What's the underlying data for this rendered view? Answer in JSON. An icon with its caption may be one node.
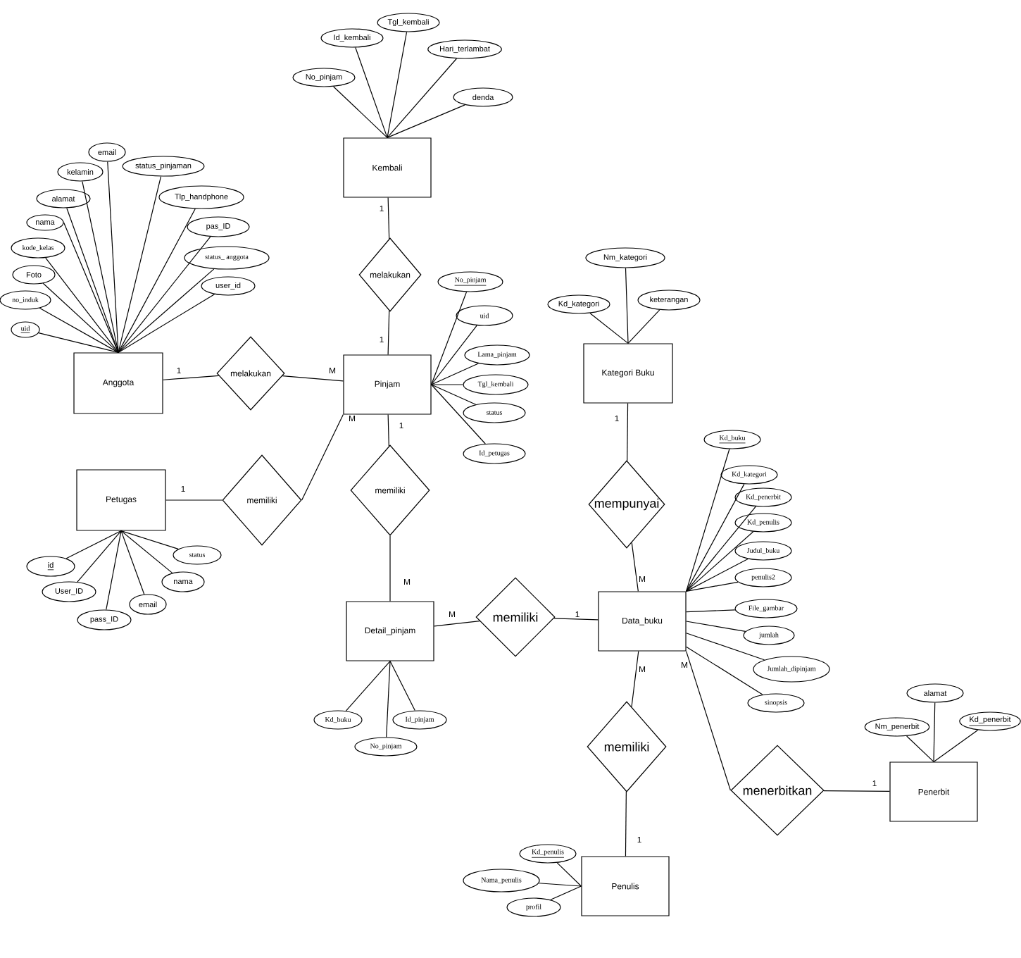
{
  "diagram": {
    "nodes": [
      {
        "text": [
          "Kembali"
        ]
      },
      {
        "text": [
          "Id_kembali"
        ]
      },
      {
        "text": [
          "Tgl_kembali"
        ]
      },
      {
        "text": [
          "No_pinjam"
        ]
      },
      {
        "text": [
          "Hari_terlambat"
        ]
      },
      {
        "text": [
          "denda"
        ]
      },
      {
        "text": [
          "melakukan"
        ]
      },
      {
        "text": [
          "Pinjam"
        ]
      },
      {
        "text": [
          "No_pinjam"
        ]
      },
      {
        "text": [
          "uid"
        ]
      },
      {
        "text": [
          "Lama_pinjam"
        ]
      },
      {
        "text": [
          "Tgl_kembali"
        ]
      },
      {
        "text": [
          "status"
        ]
      },
      {
        "text": [
          "Id_petugas"
        ]
      },
      {
        "text": [
          "Anggota"
        ]
      },
      {
        "text": [
          "email"
        ]
      },
      {
        "text": [
          "kelamin"
        ]
      },
      {
        "text": [
          "status_pinjaman"
        ]
      },
      {
        "text": [
          "alamat"
        ]
      },
      {
        "text": [
          "Tlp_handphone"
        ]
      },
      {
        "text": [
          "nama"
        ]
      },
      {
        "text": [
          "pas_ID"
        ]
      },
      {
        "text": [
          "kode_kelas"
        ]
      },
      {
        "text": [
          "status_ anggota"
        ]
      },
      {
        "text": [
          "Foto"
        ]
      },
      {
        "text": [
          "user_id"
        ]
      },
      {
        "text": [
          "no_induk"
        ]
      },
      {
        "text": [
          "uid"
        ]
      },
      {
        "text": [
          "melakukan"
        ]
      },
      {
        "text": [
          "Petugas"
        ]
      },
      {
        "text": [
          "memiliki"
        ]
      },
      {
        "text": [
          "id"
        ]
      },
      {
        "text": [
          "status"
        ]
      },
      {
        "text": [
          "nama"
        ]
      },
      {
        "text": [
          "User_ID"
        ]
      },
      {
        "text": [
          "email"
        ]
      },
      {
        "text": [
          "pass_ID"
        ]
      },
      {
        "text": [
          "memiliki"
        ]
      },
      {
        "text": [
          "Detail_pinjam"
        ]
      },
      {
        "text": [
          "memiliki"
        ]
      },
      {
        "text": [
          "Kategori Buku"
        ]
      },
      {
        "text": [
          "Nm_kategori"
        ]
      },
      {
        "text": [
          "Kd_kategori"
        ]
      },
      {
        "text": [
          "keterangan"
        ]
      },
      {
        "text": [
          "mempunyai"
        ]
      },
      {
        "text": [
          "Data_buku"
        ]
      },
      {
        "text": [
          "Kd_buku"
        ]
      },
      {
        "text": [
          "Kd_kategori"
        ]
      },
      {
        "text": [
          "Kd_penerbit"
        ]
      },
      {
        "text": [
          "Kd_penulis"
        ]
      },
      {
        "text": [
          "Judul_buku"
        ]
      },
      {
        "text": [
          "penulis2"
        ]
      },
      {
        "text": [
          "File_gambar"
        ]
      },
      {
        "text": [
          "jumlah"
        ]
      },
      {
        "text": [
          "Jumlah_dipinjam"
        ]
      },
      {
        "text": [
          "sinopsis"
        ]
      },
      {
        "text": [
          "Kd_buku"
        ]
      },
      {
        "text": [
          "Id_pinjam"
        ]
      },
      {
        "text": [
          "No_pinjam"
        ]
      },
      {
        "text": [
          "memiliki"
        ]
      },
      {
        "text": [
          "menerbitkan"
        ]
      },
      {
        "text": [
          "Penerbit"
        ]
      },
      {
        "text": [
          "Nm_penerbit"
        ]
      },
      {
        "text": [
          "alamat"
        ]
      },
      {
        "text": [
          "Kd_penerbit"
        ]
      },
      {
        "text": [
          "Penulis"
        ]
      },
      {
        "text": [
          "Kd_penulis"
        ]
      },
      {
        "text": [
          "Nama_penulis"
        ]
      },
      {
        "text": [
          "profil"
        ]
      }
    ],
    "edges": [
      {
        "from": 0,
        "to": 6,
        "arrow": "none",
        "label": "1"
      },
      {
        "from": 6,
        "to": 7,
        "arrow": "none",
        "label": "1"
      },
      {
        "from": 14,
        "to": 28,
        "arrow": "none",
        "label": "1"
      },
      {
        "from": 28,
        "to": 7,
        "arrow": "none",
        "label": "M"
      },
      {
        "from": 29,
        "to": 30,
        "arrow": "none",
        "label": "1"
      },
      {
        "from": 30,
        "to": 7,
        "arrow": "none",
        "label": "M"
      },
      {
        "from": 7,
        "to": 37,
        "arrow": "none",
        "label": "1"
      },
      {
        "from": 37,
        "to": 38,
        "arrow": "none",
        "label": "M"
      },
      {
        "from": 38,
        "to": 39,
        "arrow": "none",
        "label": "M"
      },
      {
        "from": 39,
        "to": 45,
        "arrow": "none",
        "label": "1"
      },
      {
        "from": 40,
        "to": 44,
        "arrow": "none",
        "label": "1"
      },
      {
        "from": 44,
        "to": 45,
        "arrow": "none",
        "label": "M"
      },
      {
        "from": 45,
        "to": 59,
        "arrow": "none",
        "label": "M"
      },
      {
        "from": 59,
        "to": 65,
        "arrow": "none",
        "label": "1"
      },
      {
        "from": 45,
        "to": 60,
        "arrow": "none",
        "label": "M"
      },
      {
        "from": 60,
        "to": 61,
        "arrow": "none",
        "label": "1"
      },
      {
        "from": 1,
        "to": 0,
        "arrow": "none"
      },
      {
        "from": 2,
        "to": 0,
        "arrow": "none"
      },
      {
        "from": 3,
        "to": 0,
        "arrow": "none"
      },
      {
        "from": 4,
        "to": 0,
        "arrow": "none"
      },
      {
        "from": 5,
        "to": 0,
        "arrow": "none"
      },
      {
        "from": 8,
        "to": 7,
        "arrow": "none"
      },
      {
        "from": 9,
        "to": 7,
        "arrow": "none"
      },
      {
        "from": 10,
        "to": 7,
        "arrow": "none"
      },
      {
        "from": 11,
        "to": 7,
        "arrow": "none"
      },
      {
        "from": 12,
        "to": 7,
        "arrow": "none"
      },
      {
        "from": 13,
        "to": 7,
        "arrow": "none"
      },
      {
        "from": 15,
        "to": 14,
        "arrow": "none"
      },
      {
        "from": 16,
        "to": 14,
        "arrow": "none"
      },
      {
        "from": 17,
        "to": 14,
        "arrow": "none"
      },
      {
        "from": 18,
        "to": 14,
        "arrow": "none"
      },
      {
        "from": 19,
        "to": 14,
        "arrow": "none"
      },
      {
        "from": 20,
        "to": 14,
        "arrow": "none"
      },
      {
        "from": 21,
        "to": 14,
        "arrow": "none"
      },
      {
        "from": 22,
        "to": 14,
        "arrow": "none"
      },
      {
        "from": 23,
        "to": 14,
        "arrow": "none"
      },
      {
        "from": 24,
        "to": 14,
        "arrow": "none"
      },
      {
        "from": 25,
        "to": 14,
        "arrow": "none"
      },
      {
        "from": 26,
        "to": 14,
        "arrow": "none"
      },
      {
        "from": 27,
        "to": 14,
        "arrow": "none"
      },
      {
        "from": 31,
        "to": 29,
        "arrow": "none"
      },
      {
        "from": 32,
        "to": 29,
        "arrow": "none"
      },
      {
        "from": 33,
        "to": 29,
        "arrow": "none"
      },
      {
        "from": 34,
        "to": 29,
        "arrow": "none"
      },
      {
        "from": 35,
        "to": 29,
        "arrow": "none"
      },
      {
        "from": 36,
        "to": 29,
        "arrow": "none"
      },
      {
        "from": 41,
        "to": 40,
        "arrow": "none"
      },
      {
        "from": 42,
        "to": 40,
        "arrow": "none"
      },
      {
        "from": 43,
        "to": 40,
        "arrow": "none"
      },
      {
        "from": 46,
        "to": 45,
        "arrow": "none"
      },
      {
        "from": 47,
        "to": 45,
        "arrow": "none"
      },
      {
        "from": 48,
        "to": 45,
        "arrow": "none"
      },
      {
        "from": 49,
        "to": 45,
        "arrow": "none"
      },
      {
        "from": 50,
        "to": 45,
        "arrow": "none"
      },
      {
        "from": 51,
        "to": 45,
        "arrow": "none"
      },
      {
        "from": 52,
        "to": 45,
        "arrow": "none"
      },
      {
        "from": 53,
        "to": 45,
        "arrow": "none"
      },
      {
        "from": 54,
        "to": 45,
        "arrow": "none"
      },
      {
        "from": 55,
        "to": 45,
        "arrow": "none"
      },
      {
        "from": 56,
        "to": 38,
        "arrow": "none"
      },
      {
        "from": 57,
        "to": 38,
        "arrow": "none"
      },
      {
        "from": 58,
        "to": 38,
        "arrow": "none"
      },
      {
        "from": 62,
        "to": 61,
        "arrow": "none"
      },
      {
        "from": 63,
        "to": 61,
        "arrow": "none"
      },
      {
        "from": 64,
        "to": 61,
        "arrow": "none"
      },
      {
        "from": 66,
        "to": 65,
        "arrow": "none"
      },
      {
        "from": 67,
        "to": 65,
        "arrow": "none"
      },
      {
        "from": 68,
        "to": 65,
        "arrow": "none"
      }
    ]
  }
}
